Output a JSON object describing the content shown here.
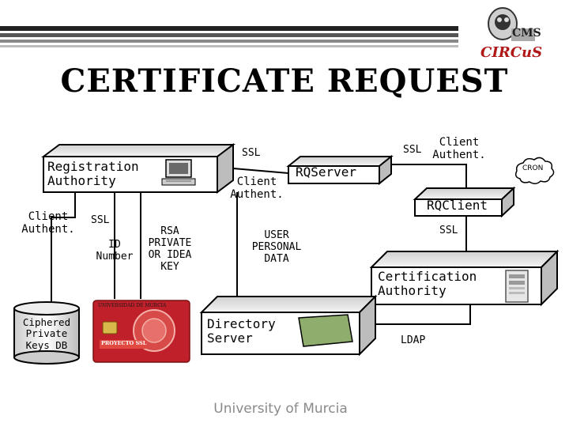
{
  "title": "CERTIFICATE REQUEST",
  "logo": {
    "text": "CIRCuS",
    "mark": "CMS"
  },
  "nodes": {
    "registration_authority": "Registration\nAuthority",
    "rqserver": "RQServer",
    "rqclient": "RQClient",
    "cron": "CRON",
    "certification_authority": "Certification\nAuthority",
    "directory_server": "Directory\nServer",
    "ciphered_db": "Ciphered\nPrivate\nKeys DB"
  },
  "labels": {
    "ssl_top": "SSL",
    "client_authent_mid": "Client\nAuthent.",
    "ssl_top_right": "SSL",
    "client_authent_top_right": "Client\nAuthent.",
    "client_authent_left": "Client\nAuthent.",
    "ssl_left": "SSL",
    "id_number": "ID\nNumber",
    "rsa_key": "RSA\nPRIVATE\nOR IDEA\nKEY",
    "user_data": "USER\nPERSONAL\nDATA",
    "ssl_right": "SSL",
    "ldap": "LDAP"
  },
  "card": {
    "header": "UNIVERSIDAD DE MURCIA",
    "badge": "PROYECTO SSL"
  },
  "footer": "University of Murcia",
  "colors": {
    "title_bar": "#1a1a1a",
    "logo_red": "#b01818",
    "card_red": "#c0202a",
    "panel_green": "#8fae6e",
    "footer_gray": "#8a8a8a"
  }
}
